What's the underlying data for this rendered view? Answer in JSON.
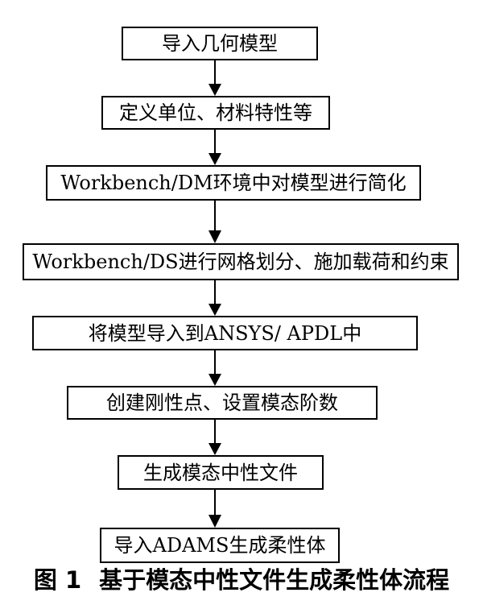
{
  "flowchart": {
    "steps": [
      {
        "label": "导入几何模型"
      },
      {
        "label": "定义单位、材料特性等"
      },
      {
        "label": "Workbench/DM环境中对模型进行简化"
      },
      {
        "label": "Workbench/DS进行网格划分、施加载荷和约束"
      },
      {
        "label": "将模型导入到ANSYS/ APDL中"
      },
      {
        "label": "创建刚性点、设置模态阶数"
      },
      {
        "label": "生成模态中性文件"
      },
      {
        "label": "导入ADAMS生成柔性体"
      }
    ]
  },
  "caption": {
    "figure_number": "图 1",
    "title": "基于模态中性文件生成柔性体流程"
  },
  "colors": {
    "stroke": "#000000",
    "background": "#ffffff"
  }
}
